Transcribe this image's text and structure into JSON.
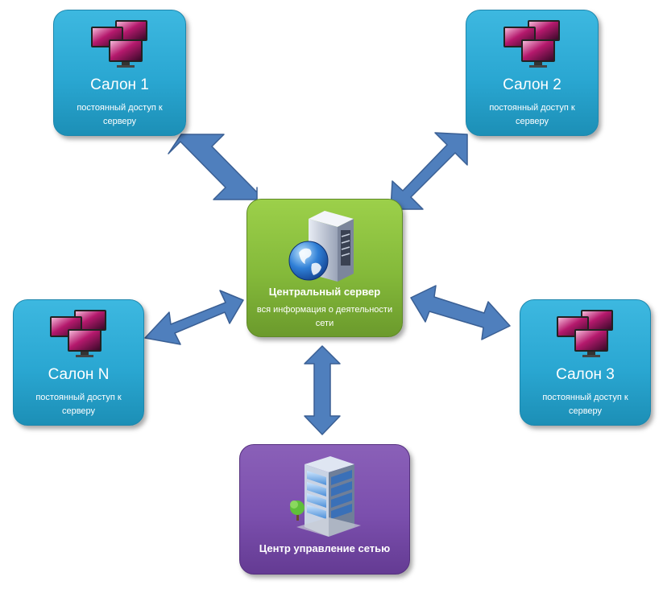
{
  "salons": [
    {
      "title": "Салон 1",
      "subtitle": "постоянный доступ к серверу"
    },
    {
      "title": "Салон 2",
      "subtitle": "постоянный доступ к серверу"
    },
    {
      "title": "Салон N",
      "subtitle": "постоянный доступ к серверу"
    },
    {
      "title": "Салон 3",
      "subtitle": "постоянный доступ к серверу"
    }
  ],
  "server": {
    "title": "Центральный сервер",
    "subtitle": "вся информация о деятельности сети"
  },
  "control_center": {
    "title": "Центр управление сетью"
  },
  "icons": {
    "salon": "monitors-icon",
    "server": "server-globe-icon",
    "control_center": "office-building-icon",
    "connector": "double-arrow"
  },
  "colors": {
    "salon": "#2aa7d2",
    "server": "#84b93a",
    "control_center": "#7b4fad",
    "arrow": "#4f7fbd"
  }
}
